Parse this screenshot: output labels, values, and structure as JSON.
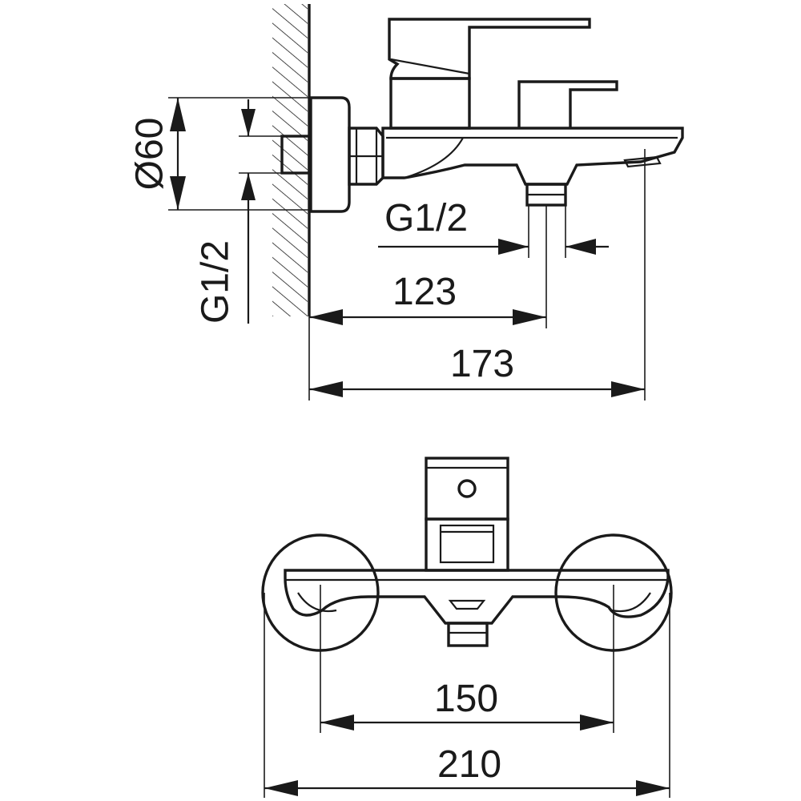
{
  "side_view": {
    "wall_pipe_diameter": "Ø60",
    "wall_connection_thread": "G1/2",
    "outlet_thread": "G1/2",
    "outlet_depth": "123",
    "spout_depth": "173"
  },
  "front_view": {
    "inlet_spacing": "150",
    "overall_width": "210"
  },
  "colors": {
    "line": "#1a1a1a",
    "background": "#ffffff"
  }
}
